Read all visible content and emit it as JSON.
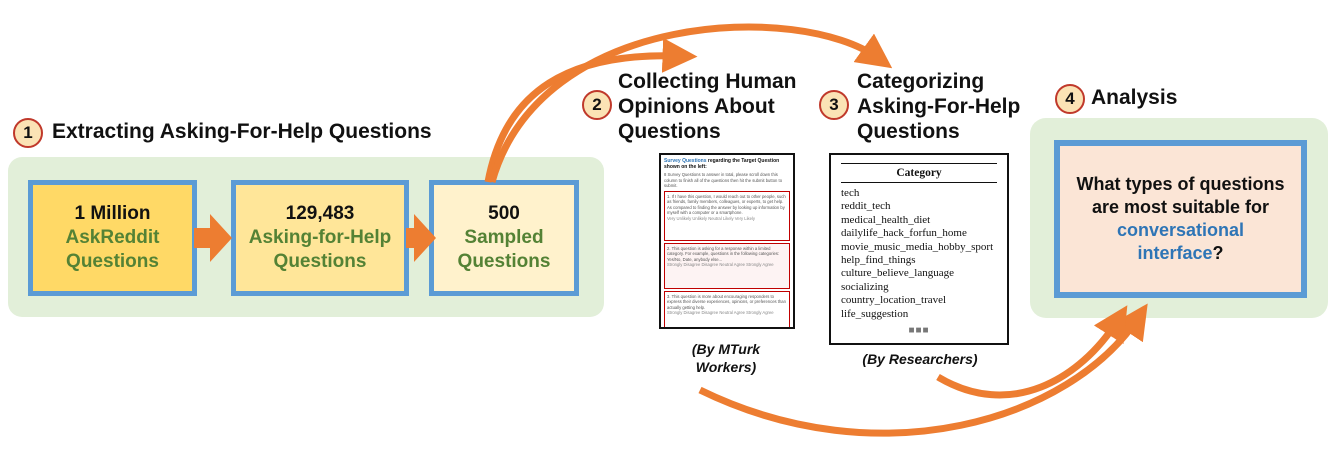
{
  "step1": {
    "number": "1",
    "title": "Extracting Asking-For-Help Questions"
  },
  "boxes": [
    {
      "line1": "1 Million",
      "line2": "AskReddit",
      "line3": "Questions",
      "fill": "#ffd966"
    },
    {
      "line1": "129,483",
      "line2": "Asking-for-Help",
      "line3": "Questions",
      "fill": "#ffe699"
    },
    {
      "line1": "500",
      "line2": "Sampled",
      "line3": "Questions",
      "fill": "#fff2cc"
    }
  ],
  "step2": {
    "number": "2",
    "title_lines": [
      "Collecting Human",
      "Opinions About",
      "Questions"
    ],
    "caption_lines": [
      "(By MTurk",
      "Workers)"
    ]
  },
  "step3": {
    "number": "3",
    "title_lines": [
      "Categorizing",
      "Asking-For-Help",
      "Questions"
    ],
    "caption": "(By Researchers)"
  },
  "step4": {
    "number": "4",
    "title": "Analysis"
  },
  "category_table": {
    "header": "Category",
    "items": [
      "tech",
      "reddit_tech",
      "medical_health_diet",
      "dailylife_hack_forfun_home",
      "movie_music_media_hobby_sport",
      "help_find_things",
      "culture_believe_language",
      "socializing",
      "country_location_travel",
      "life_suggestion"
    ],
    "more": "■■■"
  },
  "survey_thumbnail": {
    "heading_blue": "Survey Questions",
    "heading_rest": "regarding the Target Question shown on the left:",
    "intro": "8 Survey Questions to answer in total, please scroll down this column to finish all of the questions then hit the submit button to submit.",
    "q1": "1. If I have this question, I would reach out to other people, such as friends, family members, colleagues, or experts, to get help. As compared to finding the answer by looking up information by myself with a computer or a smartphone.",
    "q1_options": "Very Unlikely  Unlikely  Neutral  Likely  Very Likely",
    "q2": "2. This question is asking for a response within a limited category. For example, questions in the following categories: Yes/No, Date, anybody else...",
    "q2_options": "Strongly Disagree  Disagree  Neutral  Agree  Strongly Agree",
    "q3": "3. This question is more about encouraging responders to express their diverse experiences, opinions, or preferences than actually getting help.",
    "q3_options": "Strongly Disagree  Disagree  Neutral  Agree  Strongly Agree"
  },
  "analysis": {
    "q_part1": "What types of questions are most suitable for",
    "q_highlight": "conversational interface",
    "q_end": "?"
  },
  "colors": {
    "arrow": "#ed7d31",
    "border_blue": "#5b9bd5",
    "panel_green": "#e2efd9",
    "label_green": "#548235",
    "analysis_fill": "#fbe5d6",
    "highlight_blue": "#2e75b6"
  }
}
